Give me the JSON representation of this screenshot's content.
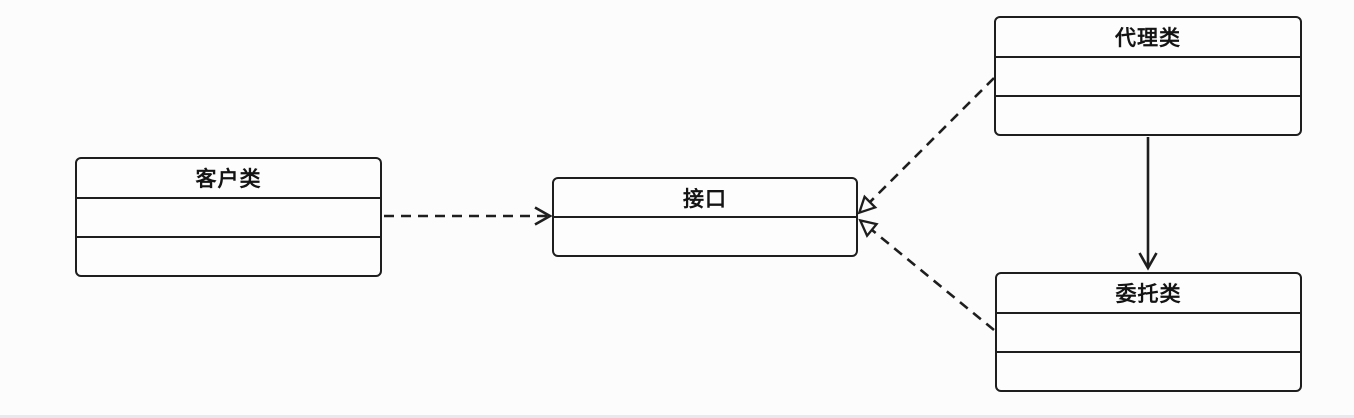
{
  "diagram": {
    "title_hint": "UML proxy pattern class diagram",
    "background_color": "#fcfcfd",
    "line_color": "#1e1e1e",
    "text_color": "#141414",
    "classes": [
      {
        "id": "client",
        "title": "客户类",
        "compartments": 2
      },
      {
        "id": "interface",
        "title": "接口",
        "compartments": 1
      },
      {
        "id": "proxy",
        "title": "代理类",
        "compartments": 2
      },
      {
        "id": "delegate",
        "title": "委托类",
        "compartments": 2
      }
    ],
    "relationships": [
      {
        "from": "客户类",
        "to": "接口",
        "type": "dependency",
        "line": "dashed",
        "arrowhead": "open"
      },
      {
        "from": "代理类",
        "to": "接口",
        "type": "realization",
        "line": "dashed",
        "arrowhead": "hollow-triangle"
      },
      {
        "from": "委托类",
        "to": "接口",
        "type": "realization",
        "line": "dashed",
        "arrowhead": "hollow-triangle"
      },
      {
        "from": "代理类",
        "to": "委托类",
        "type": "association",
        "line": "solid",
        "arrowhead": "open"
      }
    ]
  }
}
